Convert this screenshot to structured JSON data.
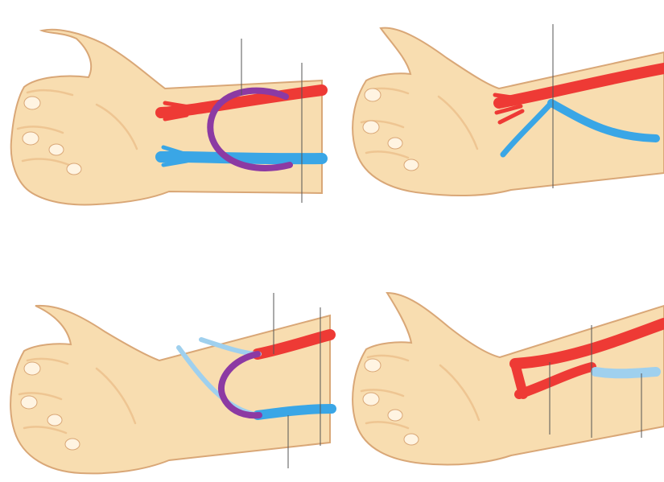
{
  "figure": {
    "panels": [
      {
        "id": "loop-graft",
        "vessels": [
          "radial-artery",
          "cephalic-vein",
          "loop-graft"
        ]
      },
      {
        "id": "side-to-side-fistula",
        "vessels": [
          "radial-artery",
          "cephalic-vein"
        ]
      },
      {
        "id": "straight-graft-loop",
        "vessels": [
          "radial-artery",
          "cephalic-vein",
          "graft"
        ]
      },
      {
        "id": "end-to-side-fistula",
        "vessels": [
          "radial-artery",
          "arterialized-vein"
        ]
      }
    ],
    "colors": {
      "skin": "#f8ddb0",
      "skin_outline": "#d9a777",
      "skin_shadow": "#eec592",
      "artery": "#ee3a35",
      "vein": "#3aa6e6",
      "vein_light": "#9fd0ee",
      "graft": "#8c3aa3",
      "leader_line": "#555555"
    }
  }
}
